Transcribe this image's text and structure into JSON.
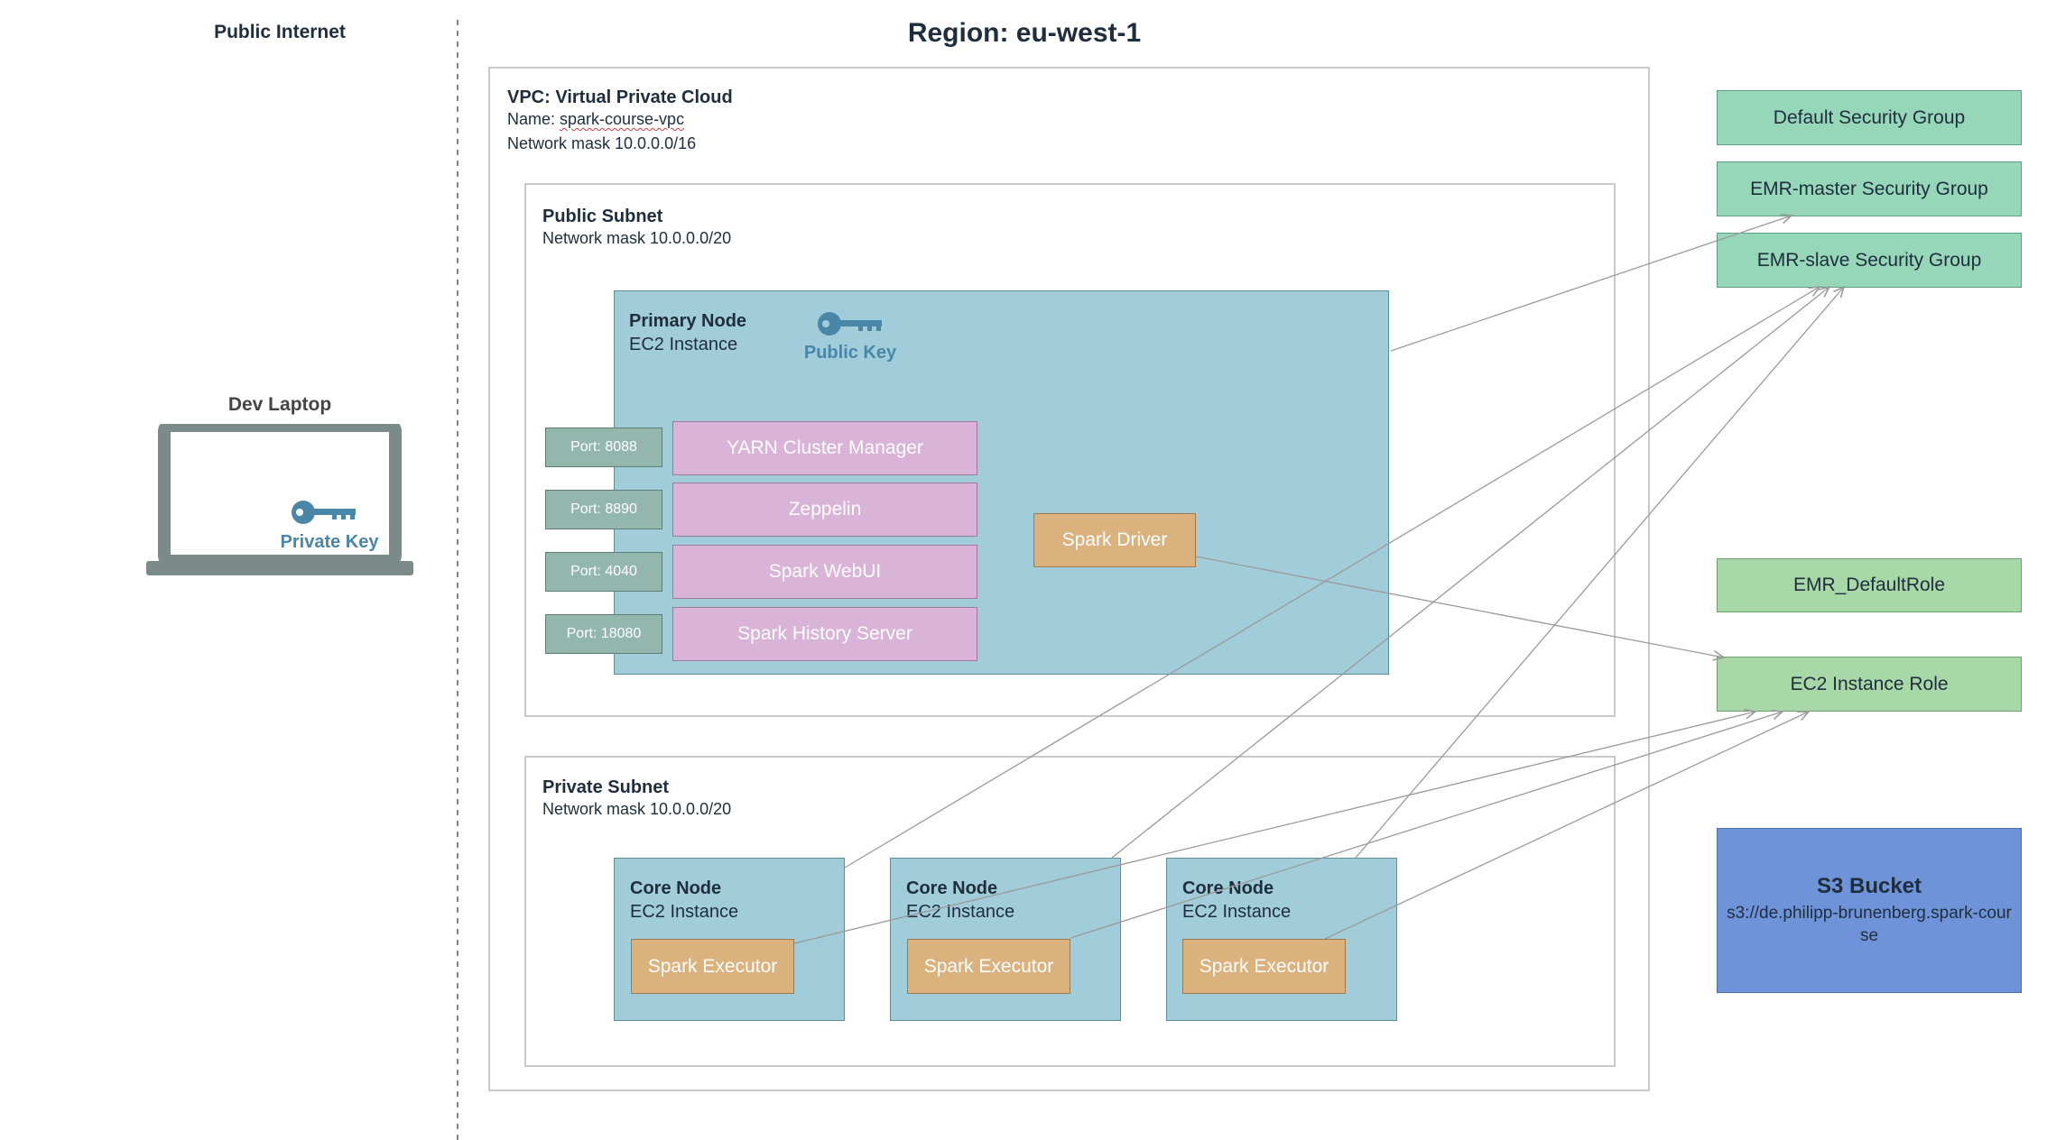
{
  "public_internet": {
    "title": "Public Internet"
  },
  "region": {
    "title": "Region: eu-west-1"
  },
  "dev_laptop": {
    "title": "Dev Laptop",
    "key_label": "Private Key"
  },
  "vpc": {
    "title": "VPC: Virtual Private Cloud",
    "name_prefix": "Name: ",
    "name_value": "spark-course-vpc",
    "mask": "Network mask 10.0.0.0/16"
  },
  "public_subnet": {
    "title": "Public Subnet",
    "mask": "Network mask 10.0.0.0/20"
  },
  "private_subnet": {
    "title": "Private Subnet",
    "mask": "Network mask 10.0.0.0/20"
  },
  "primary_node": {
    "title": "Primary Node",
    "subtitle": "EC2 Instance",
    "key_label": "Public Key",
    "services": [
      {
        "port": "Port: 8088",
        "name": "YARN Cluster Manager"
      },
      {
        "port": "Port: 8890",
        "name": "Zeppelin"
      },
      {
        "port": "Port: 4040",
        "name": "Spark WebUI"
      },
      {
        "port": "Port: 18080",
        "name": "Spark History Server"
      }
    ],
    "driver": "Spark Driver"
  },
  "core_nodes": [
    {
      "title": "Core Node",
      "subtitle": "EC2 Instance",
      "executor": "Spark Executor"
    },
    {
      "title": "Core Node",
      "subtitle": "EC2 Instance",
      "executor": "Spark Executor"
    },
    {
      "title": "Core Node",
      "subtitle": "EC2 Instance",
      "executor": "Spark Executor"
    }
  ],
  "security_groups": [
    "Default Security Group",
    "EMR-master Security Group",
    "EMR-slave Security Group"
  ],
  "roles": [
    "EMR_DefaultRole",
    "EC2 Instance Role"
  ],
  "s3": {
    "title": "S3 Bucket",
    "path": "s3://de.philipp-brunenberg.spark-course"
  },
  "colors": {
    "compute": "#a0cdd9",
    "service": "#d9b4d8",
    "port": "#93b7ad",
    "spark_process": "#dbb27d",
    "security_group": "#96d6b9",
    "iam_role": "#a8d7a8",
    "storage": "#6e93d8",
    "key": "#4a86a8"
  },
  "icons": {
    "key": "key-icon",
    "laptop": "laptop-icon"
  }
}
